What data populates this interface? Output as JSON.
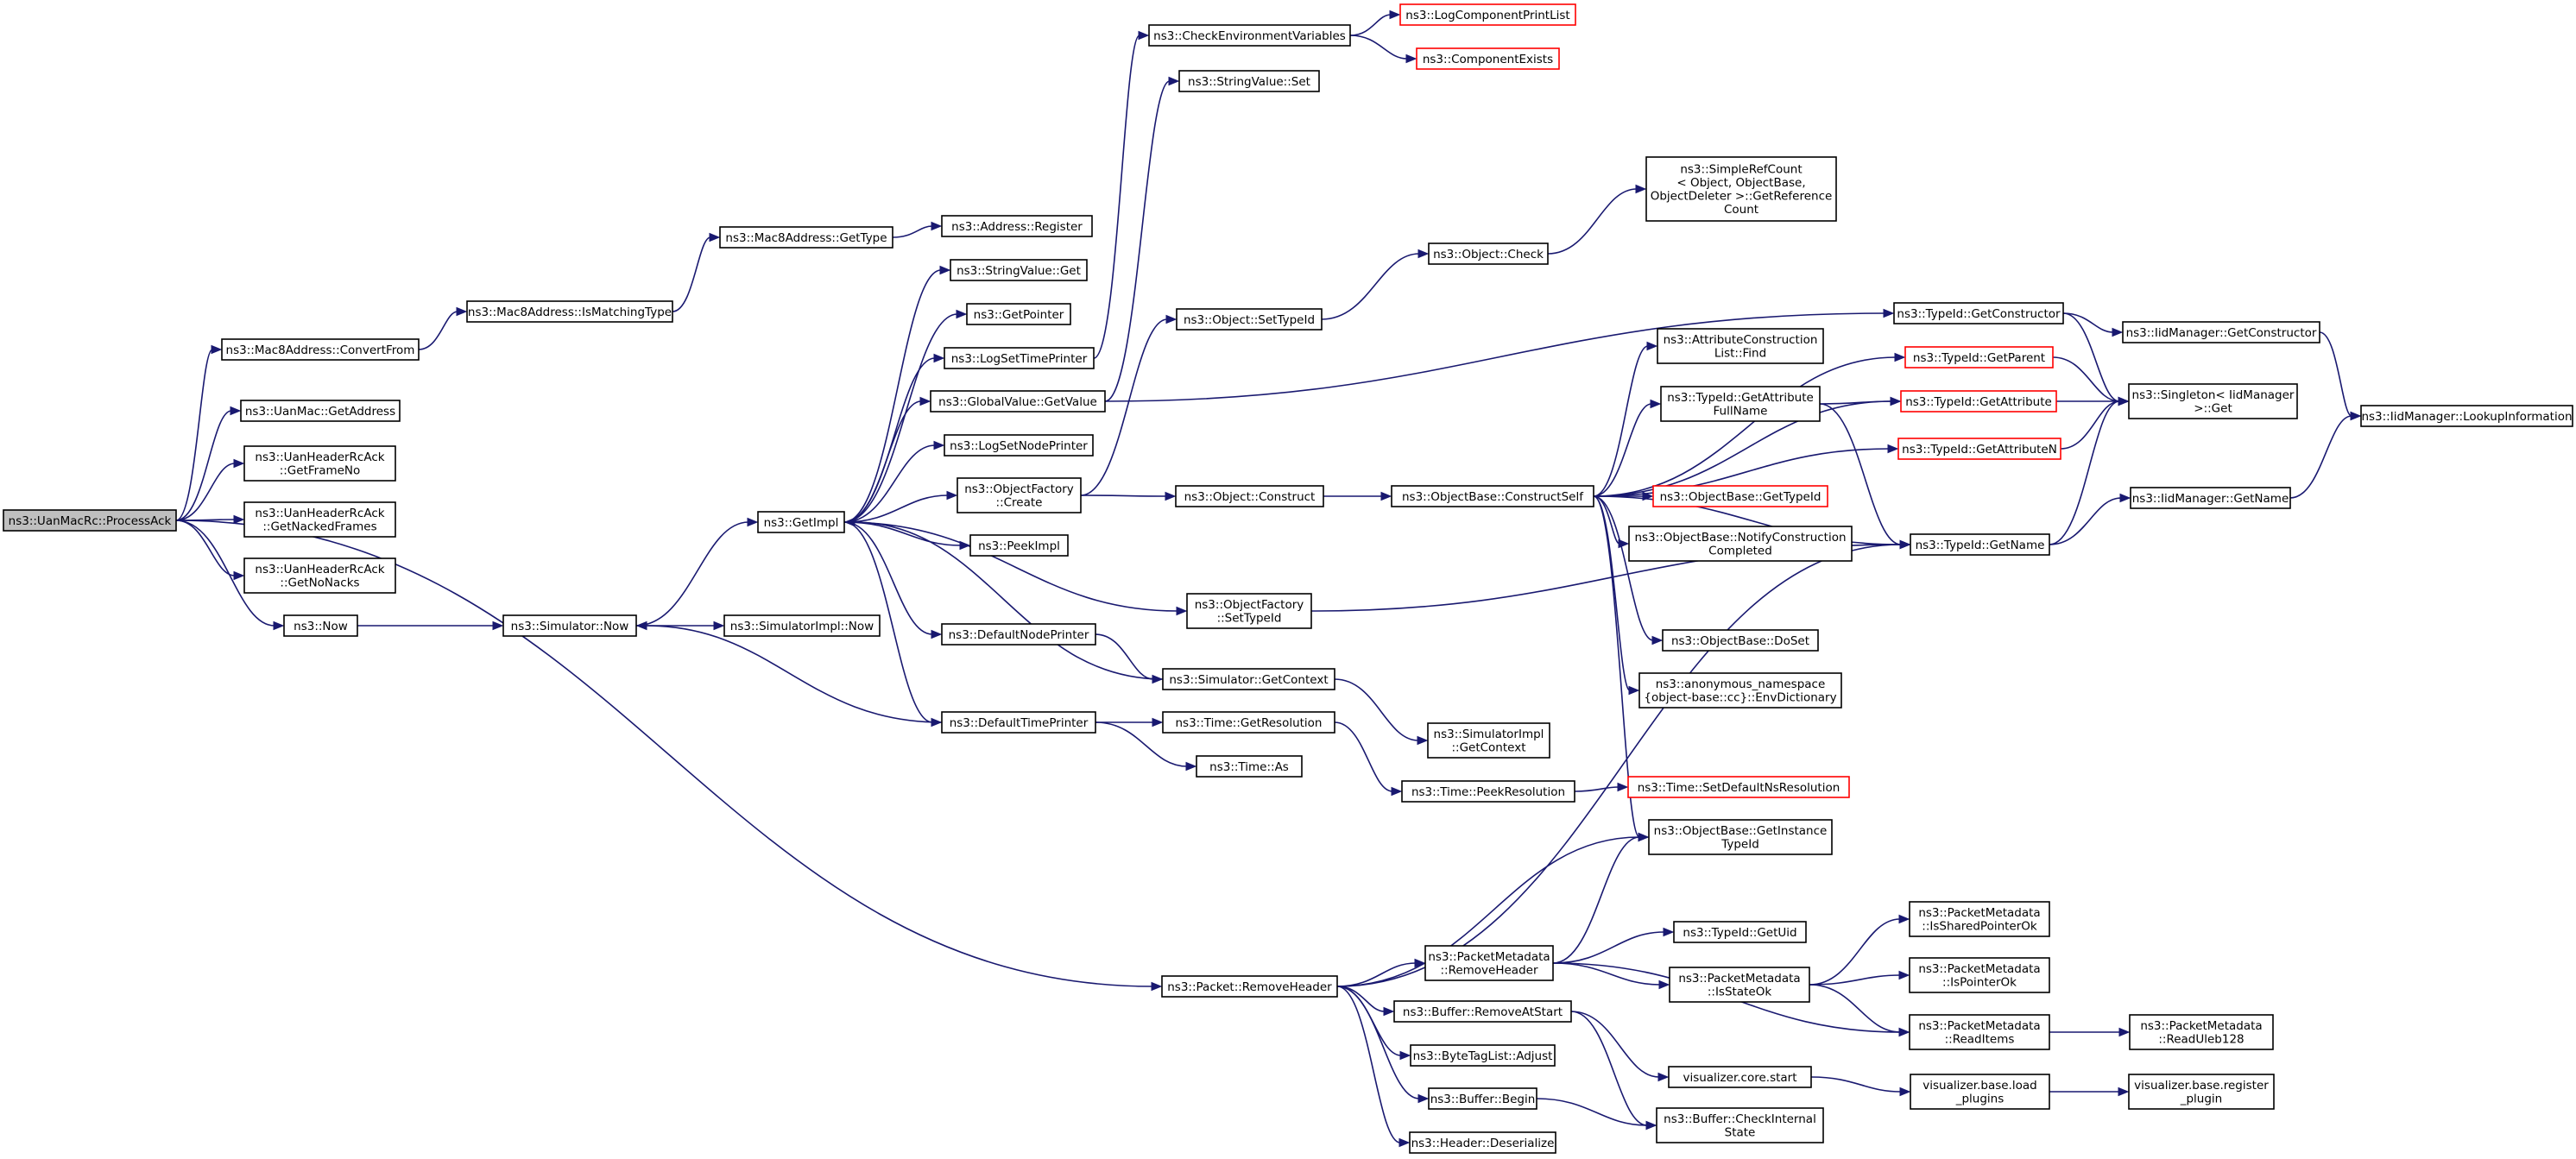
{
  "nodes": [
    {
      "id": "processack",
      "lines": [
        "ns3::UanMacRc::ProcessAck"
      ],
      "root": true
    },
    {
      "id": "mac8convertfrom",
      "lines": [
        "ns3::Mac8Address::ConvertFrom"
      ]
    },
    {
      "id": "mac8ismatching",
      "lines": [
        "ns3::Mac8Address::IsMatchingType"
      ]
    },
    {
      "id": "mac8gettype",
      "lines": [
        "ns3::Mac8Address::GetType"
      ]
    },
    {
      "id": "addressregister",
      "lines": [
        "ns3::Address::Register"
      ]
    },
    {
      "id": "uanmacgetaddress",
      "lines": [
        "ns3::UanMac::GetAddress"
      ]
    },
    {
      "id": "getframeno",
      "lines": [
        "ns3::UanHeaderRcAck",
        "::GetFrameNo"
      ]
    },
    {
      "id": "getnackedframes",
      "lines": [
        "ns3::UanHeaderRcAck",
        "::GetNackedFrames"
      ]
    },
    {
      "id": "getnonacks",
      "lines": [
        "ns3::UanHeaderRcAck",
        "::GetNoNacks"
      ]
    },
    {
      "id": "now",
      "lines": [
        "ns3::Now"
      ]
    },
    {
      "id": "simulatornow",
      "lines": [
        "ns3::Simulator::Now"
      ]
    },
    {
      "id": "simulatorimplnow",
      "lines": [
        "ns3::SimulatorImpl::Now"
      ]
    },
    {
      "id": "getimpl",
      "lines": [
        "ns3::GetImpl"
      ]
    },
    {
      "id": "stringvalueget",
      "lines": [
        "ns3::StringValue::Get"
      ]
    },
    {
      "id": "getpointer",
      "lines": [
        "ns3::GetPointer"
      ]
    },
    {
      "id": "logsettimeprinter",
      "lines": [
        "ns3::LogSetTimePrinter"
      ]
    },
    {
      "id": "globalvaluegetvalue",
      "lines": [
        "ns3::GlobalValue::GetValue"
      ]
    },
    {
      "id": "logsetnodeprinter",
      "lines": [
        "ns3::LogSetNodePrinter"
      ]
    },
    {
      "id": "objectfactorycreate",
      "lines": [
        "ns3::ObjectFactory",
        "::Create"
      ]
    },
    {
      "id": "peekimpl",
      "lines": [
        "ns3::PeekImpl"
      ]
    },
    {
      "id": "defaultnodeprinter",
      "lines": [
        "ns3::DefaultNodePrinter"
      ]
    },
    {
      "id": "defaulttimeprinter",
      "lines": [
        "ns3::DefaultTimePrinter"
      ]
    },
    {
      "id": "checkenvvars",
      "lines": [
        "ns3::CheckEnvironmentVariables"
      ]
    },
    {
      "id": "logcomponentprintlist",
      "lines": [
        "ns3::LogComponentPrintList"
      ],
      "external": true
    },
    {
      "id": "componentexists",
      "lines": [
        "ns3::ComponentExists"
      ],
      "external": true
    },
    {
      "id": "stringvalueset",
      "lines": [
        "ns3::StringValue::Set"
      ]
    },
    {
      "id": "objectsettypeid",
      "lines": [
        "ns3::Object::SetTypeId"
      ]
    },
    {
      "id": "objectcheck",
      "lines": [
        "ns3::Object::Check"
      ]
    },
    {
      "id": "simplerefcount",
      "lines": [
        "ns3::SimpleRefCount",
        "< Object, ObjectBase,",
        "ObjectDeleter >::GetReference",
        "Count"
      ]
    },
    {
      "id": "objectconstruct",
      "lines": [
        "ns3::Object::Construct"
      ]
    },
    {
      "id": "objectbaseconstructself",
      "lines": [
        "ns3::ObjectBase::ConstructSelf"
      ]
    },
    {
      "id": "objectfactorysettypeid",
      "lines": [
        "ns3::ObjectFactory",
        "::SetTypeId"
      ]
    },
    {
      "id": "simulatorgetcontext",
      "lines": [
        "ns3::Simulator::GetContext"
      ]
    },
    {
      "id": "simulatorimplgetcontext",
      "lines": [
        "ns3::SimulatorImpl",
        "::GetContext"
      ]
    },
    {
      "id": "timegetresolution",
      "lines": [
        "ns3::Time::GetResolution"
      ]
    },
    {
      "id": "timeas",
      "lines": [
        "ns3::Time::As"
      ]
    },
    {
      "id": "timepeekresolution",
      "lines": [
        "ns3::Time::PeekResolution"
      ]
    },
    {
      "id": "timesetdefaultnsresolution",
      "lines": [
        "ns3::Time::SetDefaultNsResolution"
      ],
      "external": true
    },
    {
      "id": "attrconstructionlistfind",
      "lines": [
        "ns3::AttributeConstruction",
        "List::Find"
      ]
    },
    {
      "id": "typeidgetattributefullname",
      "lines": [
        "ns3::TypeId::GetAttribute",
        "FullName"
      ]
    },
    {
      "id": "objectbasegettypeid",
      "lines": [
        "ns3::ObjectBase::GetTypeId"
      ],
      "external": true
    },
    {
      "id": "notifyconstructioncompleted",
      "lines": [
        "ns3::ObjectBase::NotifyConstruction",
        "Completed"
      ]
    },
    {
      "id": "objectbasedoset",
      "lines": [
        "ns3::ObjectBase::DoSet"
      ]
    },
    {
      "id": "envdictionary",
      "lines": [
        "ns3::anonymous_namespace",
        "{object-base::cc}::EnvDictionary"
      ]
    },
    {
      "id": "objectbasegetinstancetypeid",
      "lines": [
        "ns3::ObjectBase::GetInstance",
        "TypeId"
      ]
    },
    {
      "id": "typeidgetconstructor",
      "lines": [
        "ns3::TypeId::GetConstructor"
      ]
    },
    {
      "id": "typeidgetparent",
      "lines": [
        "ns3::TypeId::GetParent"
      ],
      "external": true
    },
    {
      "id": "typeidgetattribute",
      "lines": [
        "ns3::TypeId::GetAttribute"
      ],
      "external": true
    },
    {
      "id": "typeidgetattributen",
      "lines": [
        "ns3::TypeId::GetAttributeN"
      ],
      "external": true
    },
    {
      "id": "typeidgetname",
      "lines": [
        "ns3::TypeId::GetName"
      ]
    },
    {
      "id": "iidmanagergetconstructor",
      "lines": [
        "ns3::IidManager::GetConstructor"
      ]
    },
    {
      "id": "singletonget",
      "lines": [
        "ns3::Singleton< IidManager",
        ">::Get"
      ]
    },
    {
      "id": "iidmanagerlookupinfo",
      "lines": [
        "ns3::IidManager::LookupInformation"
      ]
    },
    {
      "id": "iidmanagergetname",
      "lines": [
        "ns3::IidManager::GetName"
      ]
    },
    {
      "id": "packetremoveheader",
      "lines": [
        "ns3::Packet::RemoveHeader"
      ]
    },
    {
      "id": "pmremoveheader",
      "lines": [
        "ns3::PacketMetadata",
        "::RemoveHeader"
      ]
    },
    {
      "id": "bufferremoveatstart",
      "lines": [
        "ns3::Buffer::RemoveAtStart"
      ]
    },
    {
      "id": "bytetaglistadjust",
      "lines": [
        "ns3::ByteTagList::Adjust"
      ]
    },
    {
      "id": "bufferbegin",
      "lines": [
        "ns3::Buffer::Begin"
      ]
    },
    {
      "id": "headerdeserialize",
      "lines": [
        "ns3::Header::Deserialize"
      ]
    },
    {
      "id": "typeidgetuid",
      "lines": [
        "ns3::TypeId::GetUid"
      ]
    },
    {
      "id": "pmisstateok",
      "lines": [
        "ns3::PacketMetadata",
        "::IsStateOk"
      ]
    },
    {
      "id": "vizcorestart",
      "lines": [
        "visualizer.core.start"
      ]
    },
    {
      "id": "buffercheckinternalstate",
      "lines": [
        "ns3::Buffer::CheckInternal",
        "State"
      ]
    },
    {
      "id": "pmissharedpointerok",
      "lines": [
        "ns3::PacketMetadata",
        "::IsSharedPointerOk"
      ]
    },
    {
      "id": "pmispointerok",
      "lines": [
        "ns3::PacketMetadata",
        "::IsPointerOk"
      ]
    },
    {
      "id": "pmreaditems",
      "lines": [
        "ns3::PacketMetadata",
        "::ReadItems"
      ]
    },
    {
      "id": "pmreaduleb128",
      "lines": [
        "ns3::PacketMetadata",
        "::ReadUleb128"
      ]
    },
    {
      "id": "vizbaseloadplugins",
      "lines": [
        "visualizer.base.load",
        "_plugins"
      ]
    },
    {
      "id": "vizbaseregisterplugin",
      "lines": [
        "visualizer.base.register",
        "_plugin"
      ]
    }
  ],
  "edges": [
    [
      "processack",
      "mac8convertfrom"
    ],
    [
      "processack",
      "uanmacgetaddress"
    ],
    [
      "processack",
      "getframeno"
    ],
    [
      "processack",
      "getnackedframes"
    ],
    [
      "processack",
      "getnonacks"
    ],
    [
      "processack",
      "now"
    ],
    [
      "processack",
      "packetremoveheader"
    ],
    [
      "mac8convertfrom",
      "mac8ismatching"
    ],
    [
      "mac8ismatching",
      "mac8gettype"
    ],
    [
      "mac8gettype",
      "addressregister"
    ],
    [
      "now",
      "simulatornow"
    ],
    [
      "simulatornow",
      "getimpl"
    ],
    [
      "simulatornow",
      "simulatorimplnow"
    ],
    [
      "getimpl",
      "stringvalueget"
    ],
    [
      "getimpl",
      "getpointer"
    ],
    [
      "getimpl",
      "logsettimeprinter"
    ],
    [
      "getimpl",
      "globalvaluegetvalue"
    ],
    [
      "getimpl",
      "logsetnodeprinter"
    ],
    [
      "getimpl",
      "objectfactorycreate"
    ],
    [
      "getimpl",
      "peekimpl"
    ],
    [
      "getimpl",
      "defaultnodeprinter"
    ],
    [
      "getimpl",
      "defaulttimeprinter"
    ],
    [
      "getimpl",
      "objectfactorysettypeid"
    ],
    [
      "logsettimeprinter",
      "checkenvvars"
    ],
    [
      "globalvaluegetvalue",
      "stringvalueset"
    ],
    [
      "globalvaluegetvalue",
      "typeidgetconstructor"
    ],
    [
      "checkenvvars",
      "logcomponentprintlist"
    ],
    [
      "checkenvvars",
      "componentexists"
    ],
    [
      "objectfactorycreate",
      "objectsettypeid"
    ],
    [
      "objectfactorycreate",
      "objectconstruct"
    ],
    [
      "objectsettypeid",
      "objectcheck"
    ],
    [
      "objectcheck",
      "simplerefcount"
    ],
    [
      "objectconstruct",
      "objectbaseconstructself"
    ],
    [
      "defaultnodeprinter",
      "simulatorgetcontext"
    ],
    [
      "simulatorgetcontext",
      "getimpl"
    ],
    [
      "simulatorgetcontext",
      "simulatorimplgetcontext"
    ],
    [
      "defaulttimeprinter",
      "simulatornow"
    ],
    [
      "defaulttimeprinter",
      "timegetresolution"
    ],
    [
      "defaulttimeprinter",
      "timeas"
    ],
    [
      "timegetresolution",
      "timepeekresolution"
    ],
    [
      "timepeekresolution",
      "timesetdefaultnsresolution"
    ],
    [
      "objectfactorysettypeid",
      "typeidgetname"
    ],
    [
      "objectbaseconstructself",
      "attrconstructionlistfind"
    ],
    [
      "objectbaseconstructself",
      "typeidgetattributefullname"
    ],
    [
      "objectbaseconstructself",
      "objectbasegettypeid"
    ],
    [
      "objectbaseconstructself",
      "notifyconstructioncompleted"
    ],
    [
      "objectbaseconstructself",
      "objectbasedoset"
    ],
    [
      "objectbaseconstructself",
      "envdictionary"
    ],
    [
      "objectbaseconstructself",
      "objectbasegetinstancetypeid"
    ],
    [
      "objectbaseconstructself",
      "typeidgetparent"
    ],
    [
      "objectbaseconstructself",
      "typeidgetattribute"
    ],
    [
      "objectbaseconstructself",
      "typeidgetattributen"
    ],
    [
      "objectbaseconstructself",
      "typeidgetname"
    ],
    [
      "typeidgetattributefullname",
      "typeidgetattribute"
    ],
    [
      "typeidgetattributefullname",
      "typeidgetname"
    ],
    [
      "typeidgetconstructor",
      "iidmanagergetconstructor"
    ],
    [
      "typeidgetconstructor",
      "singletonget"
    ],
    [
      "typeidgetparent",
      "singletonget"
    ],
    [
      "typeidgetattribute",
      "singletonget"
    ],
    [
      "typeidgetattributen",
      "singletonget"
    ],
    [
      "typeidgetname",
      "singletonget"
    ],
    [
      "typeidgetname",
      "iidmanagergetname"
    ],
    [
      "iidmanagergetconstructor",
      "iidmanagerlookupinfo"
    ],
    [
      "iidmanagergetname",
      "iidmanagerlookupinfo"
    ],
    [
      "packetremoveheader",
      "objectbasegetinstancetypeid"
    ],
    [
      "packetremoveheader",
      "typeidgetname"
    ],
    [
      "packetremoveheader",
      "pmremoveheader"
    ],
    [
      "packetremoveheader",
      "bufferremoveatstart"
    ],
    [
      "packetremoveheader",
      "bytetaglistadjust"
    ],
    [
      "packetremoveheader",
      "bufferbegin"
    ],
    [
      "packetremoveheader",
      "headerdeserialize"
    ],
    [
      "pmremoveheader",
      "objectbasegetinstancetypeid"
    ],
    [
      "pmremoveheader",
      "typeidgetuid"
    ],
    [
      "pmremoveheader",
      "pmisstateok"
    ],
    [
      "pmremoveheader",
      "pmreaditems"
    ],
    [
      "pmisstateok",
      "pmissharedpointerok"
    ],
    [
      "pmisstateok",
      "pmispointerok"
    ],
    [
      "pmisstateok",
      "pmreaditems"
    ],
    [
      "pmreaditems",
      "pmreaduleb128"
    ],
    [
      "bufferremoveatstart",
      "vizcorestart"
    ],
    [
      "bufferremoveatstart",
      "buffercheckinternalstate"
    ],
    [
      "bufferbegin",
      "buffercheckinternalstate"
    ],
    [
      "vizcorestart",
      "vizbaseloadplugins"
    ],
    [
      "vizbaseloadplugins",
      "vizbaseregisterplugin"
    ]
  ],
  "colors": {
    "edge": "#191970",
    "border": "#000000",
    "external_border": "#ff0000",
    "root_fill": "#bfbfbf"
  }
}
